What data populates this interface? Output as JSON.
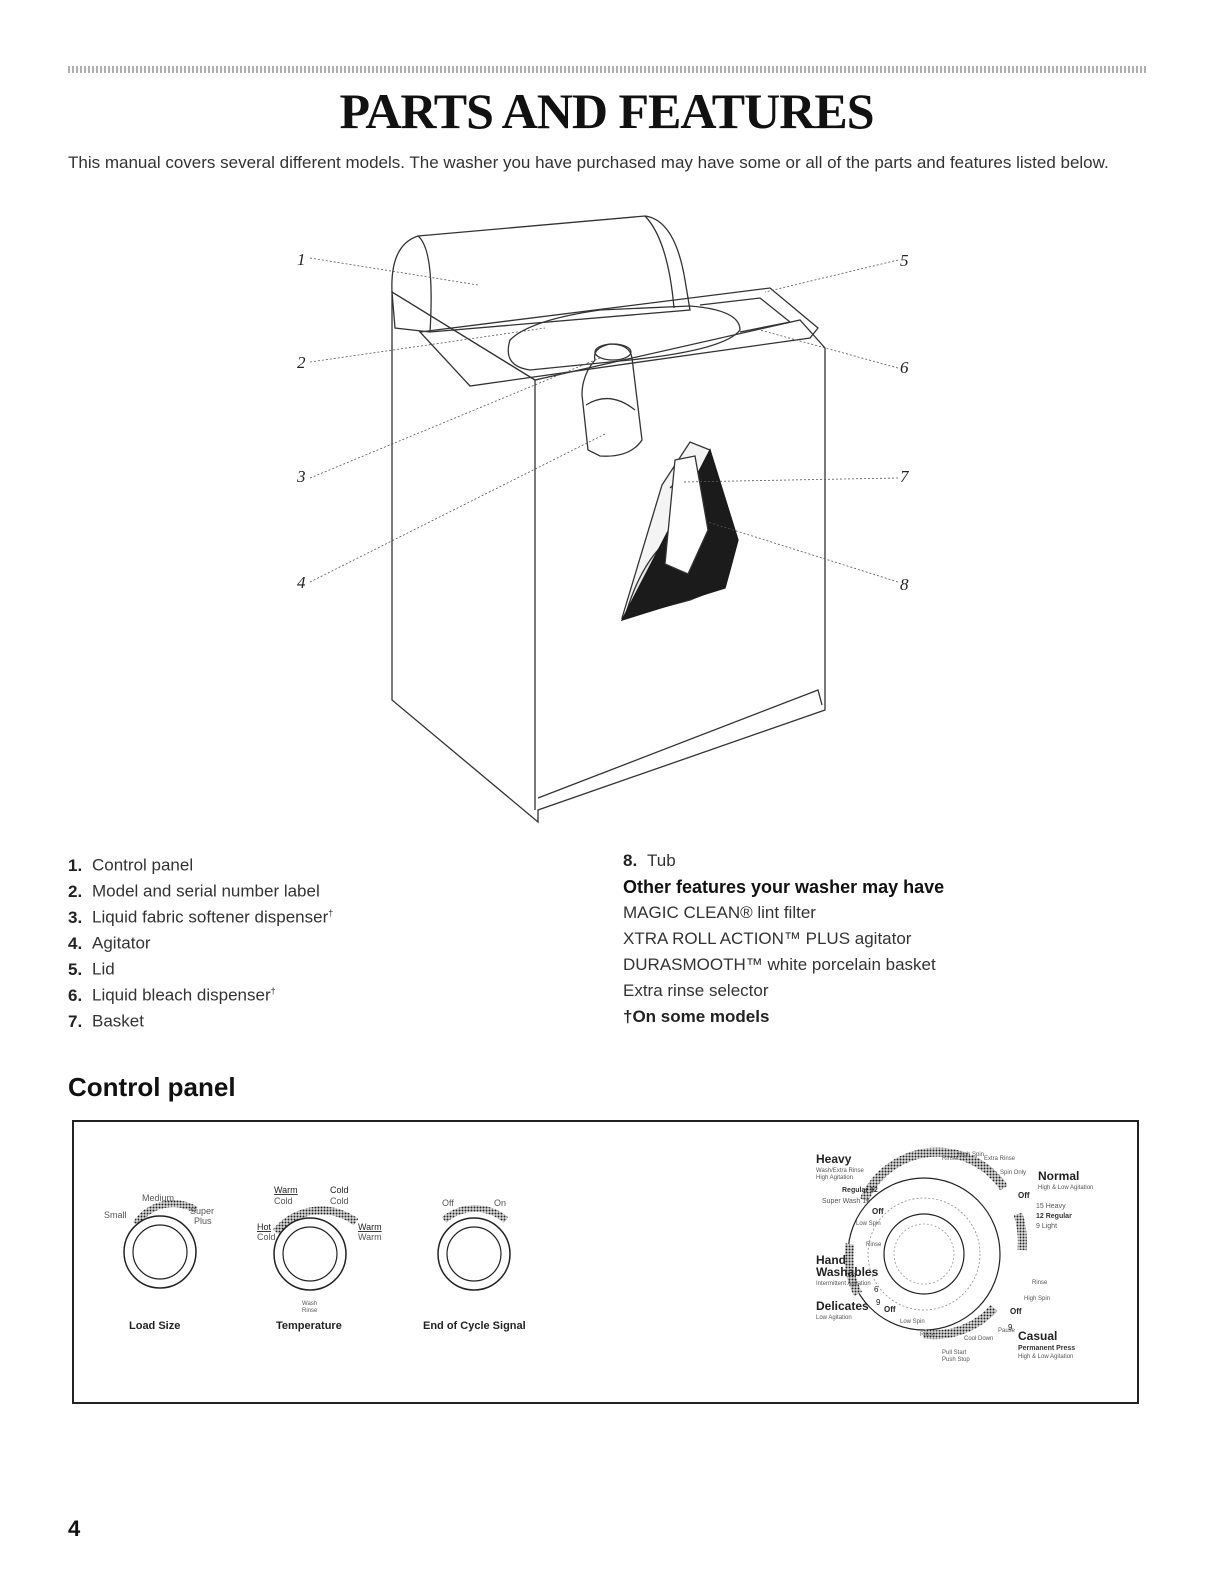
{
  "page": {
    "title": "PARTS AND FEATURES",
    "intro": "This manual covers several different models. The washer you have purchased may have some or all of the parts and features listed below.",
    "page_number": "4"
  },
  "callouts": [
    "1",
    "2",
    "3",
    "4",
    "5",
    "6",
    "7",
    "8"
  ],
  "parts": [
    {
      "num": "1.",
      "label": "Control panel",
      "dagger": ""
    },
    {
      "num": "2.",
      "label": "Model and serial number label",
      "dagger": ""
    },
    {
      "num": "3.",
      "label": "Liquid fabric softener dispenser",
      "dagger": "†"
    },
    {
      "num": "4.",
      "label": "Agitator",
      "dagger": ""
    },
    {
      "num": "5.",
      "label": "Lid",
      "dagger": ""
    },
    {
      "num": "6.",
      "label": "Liquid bleach dispenser",
      "dagger": "†"
    },
    {
      "num": "7.",
      "label": "Basket",
      "dagger": ""
    },
    {
      "num": "8.",
      "label": "Tub",
      "dagger": ""
    }
  ],
  "other_features": {
    "heading": "Other features your washer may have",
    "items": [
      "MAGIC CLEAN® lint filter",
      "XTRA ROLL ACTION™ PLUS agitator",
      "DURASMOOTH™ white porcelain basket",
      "Extra rinse selector"
    ],
    "note": "†On some models"
  },
  "control_panel": {
    "heading": "Control panel",
    "load_size": {
      "name": "Load Size",
      "marks": [
        "Small",
        "Medium",
        "Super",
        "Plus"
      ]
    },
    "temperature": {
      "name": "Temperature",
      "marks": [
        "Warm",
        "Cold",
        "Cold",
        "Cold",
        "Hot",
        "Cold",
        "Warm",
        "Warm"
      ],
      "bottom_marks": [
        "Wash",
        "Rinse"
      ]
    },
    "end_of_cycle": {
      "name": "End of Cycle Signal",
      "marks": [
        "Off",
        "On"
      ]
    },
    "cycle_dial": {
      "heavy": "Heavy",
      "heavy_sub": [
        "Wash/Extra Rinse",
        "High Agitation"
      ],
      "regular": "Regular 12",
      "super_wash": "Super Wash 15",
      "off_a": "Off",
      "low_spin": "Low Spin",
      "rinse_a": "Rinse",
      "hand": "Hand",
      "washables": "Washables",
      "hand_sub": "Intermittent Agitation",
      "six": "6",
      "delicates": "Delicates",
      "nine_a": "9",
      "off_b": "Off",
      "delicates_sub": "Low Agitation",
      "low_spin_b": "Low Spin",
      "rinse_b": "Rinse",
      "cool_down": "Cool Down",
      "pause": "Pause",
      "pull_start": "Pull Start",
      "push_stop": "Push Stop",
      "top_marks": [
        "Rinse",
        "High Spin",
        "Extra Rinse",
        "Spin Only"
      ],
      "normal": "Normal",
      "normal_sub": "High & Low Agitation",
      "off_c": "Off",
      "fifteen_heavy": "15 Heavy",
      "twelve_regular": "12 Regular",
      "nine_light": "9 Light",
      "rinse_c": "Rinse",
      "high_spin": "High Spin",
      "off_d": "Off",
      "nine_b": "9",
      "casual": "Casual",
      "perm_press": "Permanent Press",
      "casual_sub": "High & Low Agitation"
    }
  }
}
